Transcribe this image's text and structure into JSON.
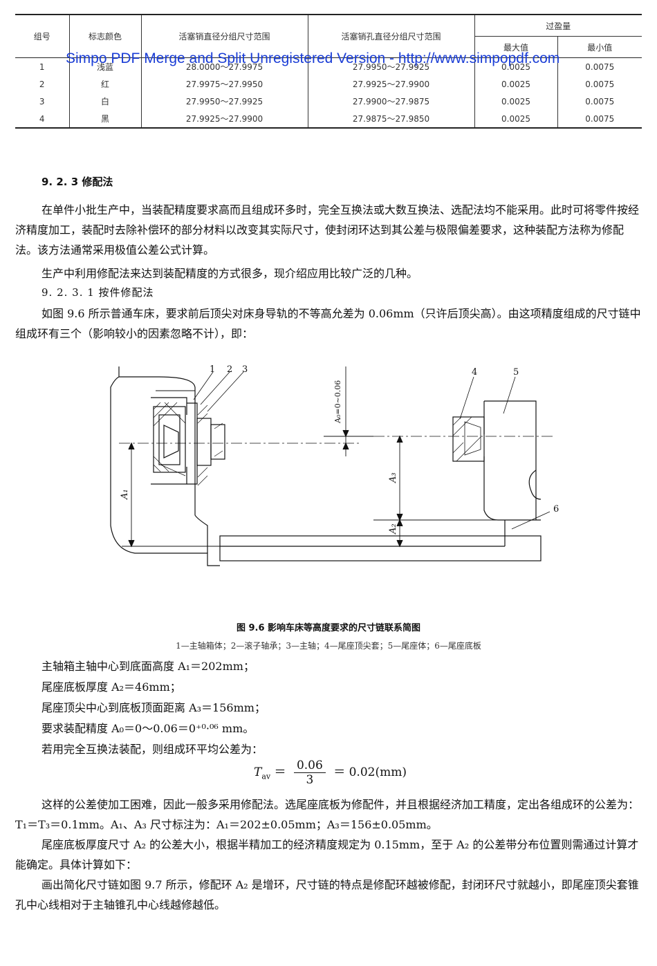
{
  "table": {
    "headers": {
      "group": "组号",
      "color": "标志颜色",
      "pin": "活塞销直径分组尺寸范围",
      "hole": "活塞销孔直径分组尺寸范围",
      "interference": "过盈量",
      "max": "最大值",
      "min": "最小值"
    },
    "rows": [
      {
        "group": "1",
        "color": "浅蓝",
        "pin": "28.0000～27.9975",
        "hole": "27.9950～27.9925",
        "max": "0.0025",
        "min": "0.0075"
      },
      {
        "group": "2",
        "color": "红",
        "pin": "27.9975～27.9950",
        "hole": "27.9925～27.9900",
        "max": "0.0025",
        "min": "0.0075"
      },
      {
        "group": "3",
        "color": "白",
        "pin": "27.9950～27.9925",
        "hole": "27.9900～27.9875",
        "max": "0.0025",
        "min": "0.0075"
      },
      {
        "group": "4",
        "color": "黑",
        "pin": "27.9925～27.9900",
        "hole": "27.9875～27.9850",
        "max": "0.0025",
        "min": "0.0075"
      }
    ]
  },
  "watermark": "Simpo PDF Merge and Split Unregistered Version - http://www.simpopdf.com",
  "section_title": "9. 2. 3    修配法",
  "paragraphs": {
    "p1": "在单件小批生产中，当装配精度要求高而且组成环多时，完全互换法或大数互换法、选配法均不能采用。此时可将零件按经济精度加工，装配时去除补偿环的部分材料以改变其实际尺寸，使封闭环达到其公差与极限偏差要求，这种装配方法称为修配法。该方法通常采用极值公差公式计算。",
    "p2": "生产中利用修配法来达到装配精度的方式很多，现介绍应用比较广泛的几种。",
    "sub_heading": "9. 2. 3. 1    按件修配法",
    "p3": "如图 9.6 所示普通车床，要求前后顶尖对床身导轨的不等高允差为 0.06mm（只许后顶尖高）。由这项精度组成的尺寸链中组成环有三个（影响较小的因素忽略不计），即："
  },
  "figure": {
    "labels": {
      "n1": "1",
      "n2": "2",
      "n3": "3",
      "n4": "4",
      "n5": "5",
      "n6": "6"
    },
    "dim_a0": "A₀=0~0.06",
    "dim_a1": "A₁",
    "dim_a2": "A₂",
    "dim_a3": "A₃",
    "title": "图 9.6    影响车床等高度要求的尺寸链联系简图",
    "legend": "1—主轴箱体；2—滚子轴承；3—主轴；4—尾座顶尖套；5—尾座体；6—尾座底板"
  },
  "lines": {
    "l1": "主轴箱主轴中心到底面高度 A₁＝202mm；",
    "l2": "尾座底板厚度 A₂＝46mm；",
    "l3": "尾座顶尖中心到底板顶面距离 A₃＝156mm；",
    "l4": "要求装配精度 A₀＝0～0.06＝0⁺⁰·⁰⁶ mm。",
    "l5": "若用完全互换法装配，则组成环平均公差为："
  },
  "formula": {
    "lhs": "T",
    "lhs_sub": "av",
    "eq": "＝",
    "num": "0.06",
    "den": "3",
    "rhs": "＝ 0.02(mm)"
  },
  "closing": {
    "p4": "这样的公差使加工困难，因此一般多采用修配法。选尾座底板为修配件，并且根据经济加工精度，定出各组成环的公差为：T₁＝T₃＝0.1mm。A₁、A₃ 尺寸标注为：A₁＝202±0.05mm；A₃＝156±0.05mm。",
    "p5": "尾座底板厚度尺寸 A₂ 的公差大小，根据半精加工的经济精度规定为 0.15mm，至于 A₂ 的公差带分布位置则需通过计算才能确定。具体计算如下：",
    "p6": "画出简化尺寸链如图 9.7 所示，修配环 A₂ 是增环，尺寸链的特点是修配环越被修配，封闭环尺寸就越小，即尾座顶尖套锥孔中心线相对于主轴锥孔中心线越修越低。"
  }
}
